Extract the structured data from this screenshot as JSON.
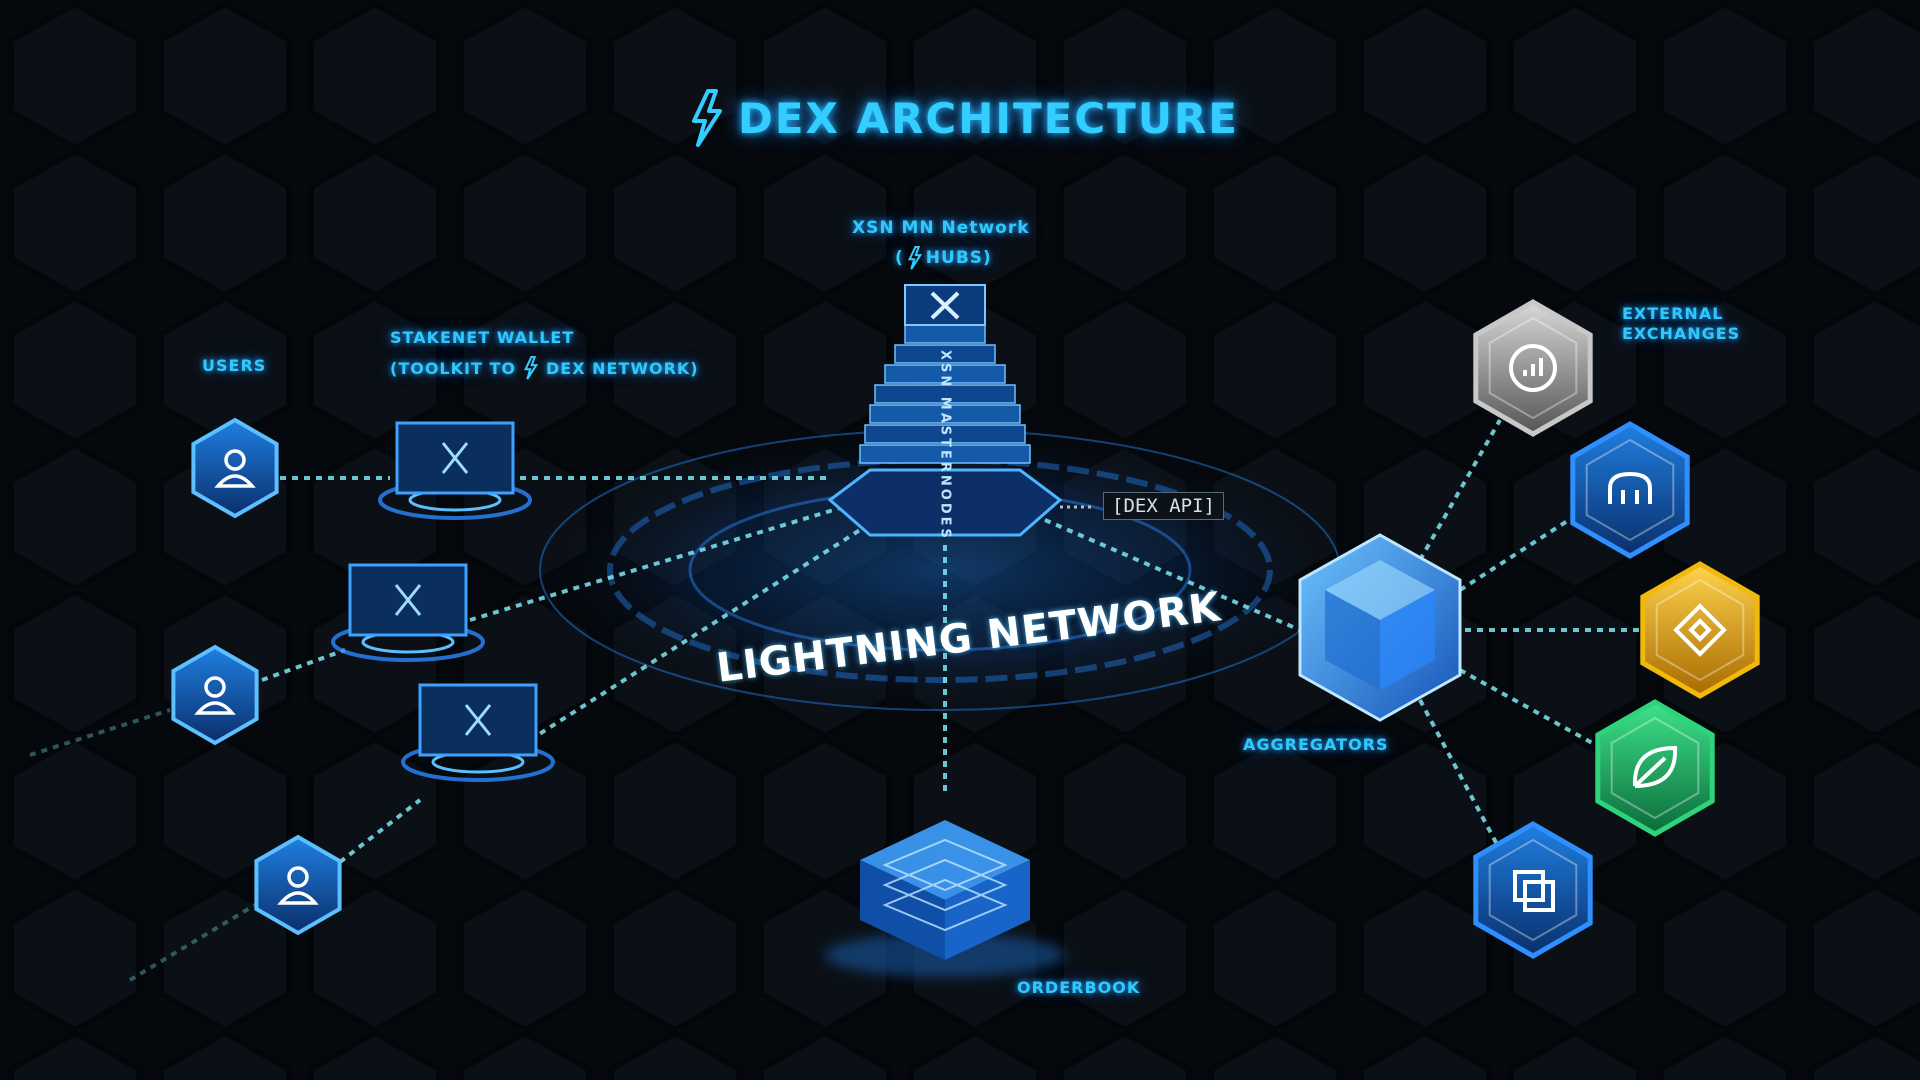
{
  "title": "DEX ARCHITECTURE",
  "title_icon": "lightning-bolt-icon",
  "hub": {
    "label_line1": "XSN MN Network",
    "label_line2_open": "(",
    "label_line2_text": "HUBS)",
    "hub_icon": "lightning-bolt-icon",
    "tower_text": "XSN MASTERNODES",
    "tower_logo": "xsn-x-logo-icon"
  },
  "users_label": "USERS",
  "wallet": {
    "label_line1": "STAKENET WALLET",
    "label_line2_prefix": "(TOOLKIT TO",
    "label_line2_suffix": "DEX NETWORK)"
  },
  "dex_api_label": "[DEX API]",
  "network_label": "LIGHTNING NETWORK",
  "aggregators_label": "AGGREGATORS",
  "orderbook_label": "ORDERBOOK",
  "external": {
    "label_line1": "EXTERNAL",
    "label_line2": "EXCHANGES"
  },
  "exchanges": [
    {
      "icon": "bar-chart-icon",
      "color": "#c8c8c8"
    },
    {
      "icon": "kraken-m-icon",
      "color": "#2f8fff"
    },
    {
      "icon": "binance-diamond-icon",
      "color": "#f0b90b"
    },
    {
      "icon": "leaf-icon",
      "color": "#2ed47a"
    },
    {
      "icon": "bittrex-square-icon",
      "color": "#2f8fff"
    }
  ],
  "colors": {
    "accent": "#2fc9ff",
    "background": "#05080c",
    "link_dots": "#7fe6f0"
  }
}
